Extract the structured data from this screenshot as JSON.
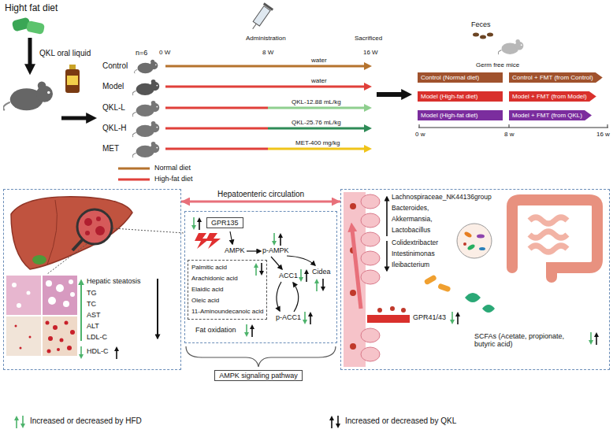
{
  "diagram": {
    "nodes": [
      {
        "text": [
          "Control (Normal diet)"
        ]
      },
      {
        "text": [
          "Control + FMT (from Control)"
        ]
      },
      {
        "text": [
          "Model (High-fat diet)"
        ]
      },
      {
        "text": [
          "Model + FMT (from Model)"
        ]
      },
      {
        "text": [
          "Model (High-fat diet)"
        ]
      },
      {
        "text": [
          "Model + FMT (from QKL)"
        ]
      },
      {
        "text": [
          "Hepatic steatosis",
          "TG",
          "TC",
          "AST",
          "ALT",
          "LDL-C",
          "HDL-C"
        ]
      },
      {
        "text": [
          "AMPK",
          "p-AMPK",
          "ACC1",
          "p-ACC1",
          "Cidea",
          "Fat oxidation"
        ]
      },
      {
        "text": [
          "GPR135"
        ],
        "in": 7
      },
      {
        "text": [
          "Palmitic acid",
          "Arachidonic acid",
          "Elaidic acid",
          "Oleic acid",
          "11-Aminoundecanoic acid"
        ],
        "in": 7
      },
      {
        "text": [
          "AMPK signaling pathway"
        ]
      },
      {
        "text": [
          "Lachnospiraceae_NK44136group",
          "Bacteroides,",
          "Akkermansia,",
          "Lactobacillus",
          "Colidextribacter",
          "Intestinimonas",
          "Ileibacterium",
          "SCFAs (Acetate, propionate, butyric acid)"
        ]
      }
    ],
    "edges": [
      {
        "from": 6,
        "to": 11,
        "label": "Hepatoenteric circulation",
        "arrow": "both"
      }
    ],
    "labels": [
      "Hight fat diet",
      "QKL oral liquid",
      "n=6",
      "Administration",
      "Sacrificed",
      "0 W",
      "8 W",
      "16 W",
      "Control",
      "Model",
      "QKL-L",
      "QKL-H",
      "MET",
      "water",
      "water",
      "QKL-12.88 mL/kg",
      "QKL-25.76 mL/kg",
      "MET-400 mg/kg",
      "Feces",
      "Germ free mice",
      "0 w",
      "8 w",
      "16 w",
      "GPR41/43"
    ],
    "legend": [
      {
        "text": "Normal diet"
      },
      {
        "text": "High-fat diet"
      },
      {
        "text": "Increased or decreased by HFD"
      },
      {
        "text": "Increased or decreased by QKL"
      }
    ]
  }
}
